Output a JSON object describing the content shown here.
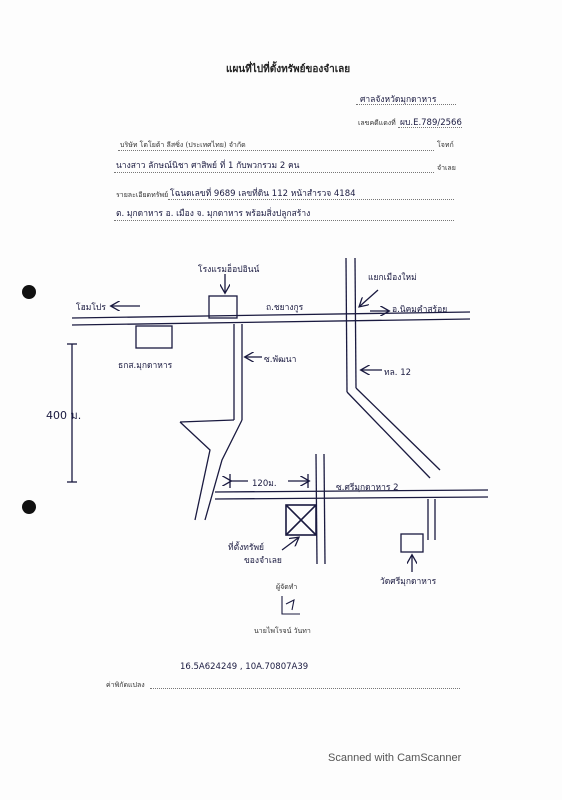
{
  "document": {
    "title": "แผนที่ไปที่ตั้งทรัพย์ของจำเลย",
    "court": "ศาลจังหวัดมุกดาหาร",
    "case_label": "เลขคดีแดงที่",
    "case_no": "ผบ.E.789/2566",
    "plaintiff": "บริษัท โตโยต้า ลีสซิ่ง (ประเทศไทย) จำกัด",
    "plaintiff_suffix": "โจทก์",
    "defendant": "นางสาว ลักษณ์นิชา   ศาสิพย์   ที่ 1 กับพวกรวม 2 คน",
    "defendant_suffix": "จำเลย",
    "detail_label": "รายละเอียดทรัพย์",
    "detail_line1": "โฉนดเลขที่ 9689 เลขที่ดิน 112 หน้าสำรวจ 4184",
    "detail_line2": "ต. มุกดาหาร อ. เมือง   จ. มุกดาหาร   พร้อมสิ่งปลูกสร้าง",
    "mapper_label": "ผู้จัดทำ",
    "mapper_name": "นายไพโรจน์ วันทา",
    "coord_label": "ค่าพิกัดแปลง",
    "coordinates": "16.5A624249 , 10A.70807A39",
    "watermark": "Scanned with CamScanner"
  },
  "map": {
    "hotel": "โรงแรมฮ็อปอินน์",
    "junction": "แยกเมืองใหม่",
    "home_pro": "โฮมโปร",
    "street_main": "ถ.ชยางกูร",
    "to_nikhom": "อ.นิคมคำสร้อย",
    "bank": "ธกส.มุกดาหาร",
    "soi_phatthana": "ซ.พัฒนา",
    "highway": "ทล. 12",
    "distance_400": "400 ม.",
    "distance_120": "120ม.",
    "street_sri": "ซ.ศรีมุกดาหาร 2",
    "property": "ที่ตั้งทรัพย์",
    "property_sub": "ของจำเลย",
    "temple": "วัดศรีมุกดาหาร"
  }
}
